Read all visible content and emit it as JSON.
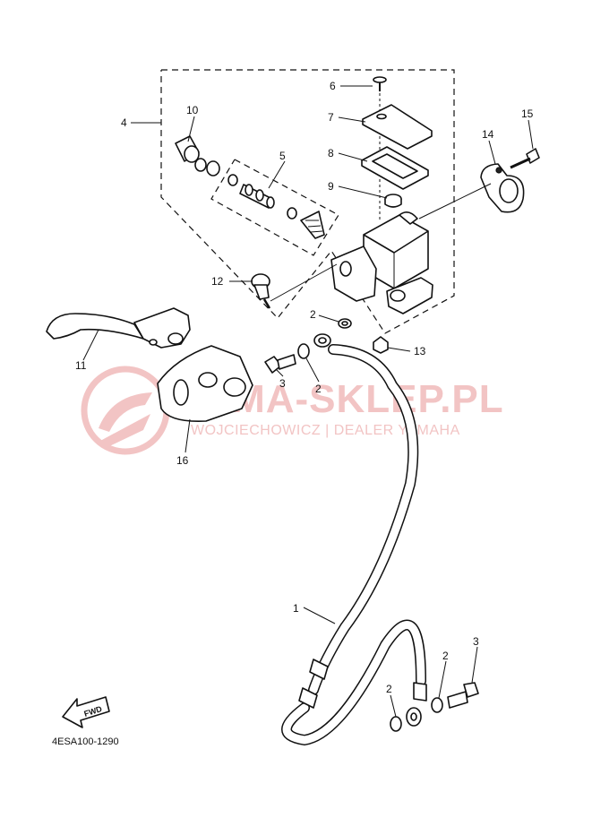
{
  "diagram": {
    "code": "4ESA100-1290",
    "fwd_label": "FWD",
    "watermark": {
      "title": "YAMA-SKLEP.PL",
      "subtitle": "WOJCIECHOWICZ | DEALER YAMAHA",
      "color": "#f2c4c4"
    },
    "callouts": [
      "1",
      "2",
      "2",
      "2",
      "2",
      "3",
      "3",
      "4",
      "5",
      "6",
      "7",
      "8",
      "9",
      "10",
      "11",
      "12",
      "13",
      "14",
      "15",
      "16"
    ]
  }
}
